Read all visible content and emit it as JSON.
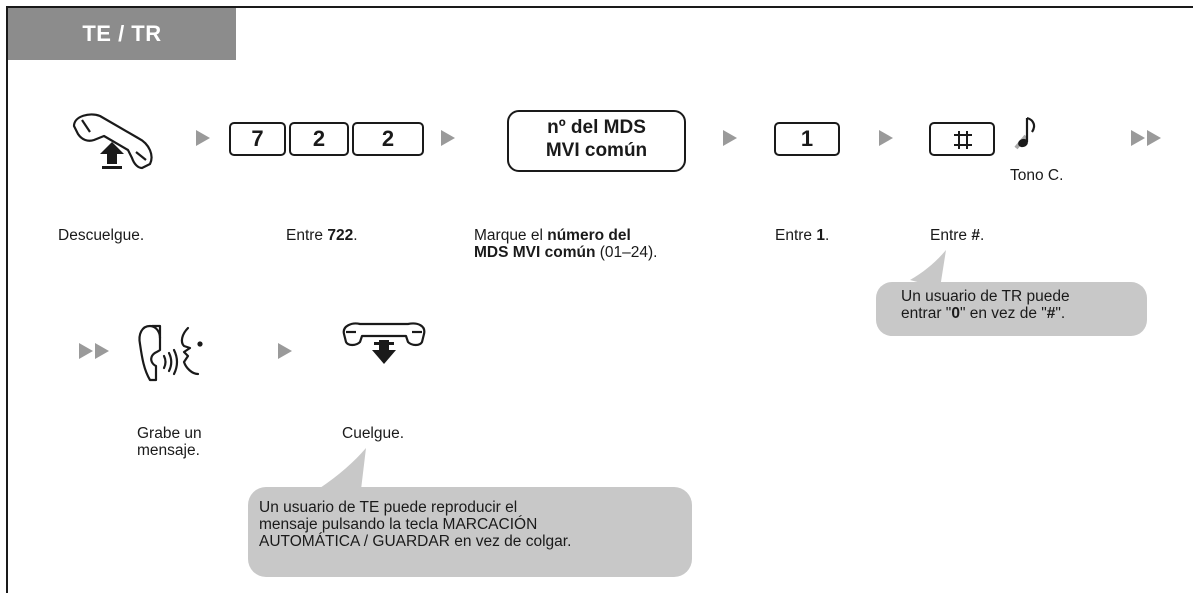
{
  "header": {
    "title": "TE / TR"
  },
  "row1": {
    "keys_722": [
      "7",
      "2",
      "2"
    ],
    "mds_box": {
      "line1": "nº del MDS",
      "line2": "MVI común"
    },
    "key_1": "1",
    "tone_label": "Tono C.",
    "labels": {
      "descuelgue": "Descuelgue.",
      "entre722_prefix": "Entre ",
      "entre722_value": "722",
      "entre722_suffix": ".",
      "marque_prefix": "Marque el ",
      "marque_bold1": "número del",
      "marque_bold2": "MDS MVI común",
      "marque_suffix": " (01–24).",
      "entre1_prefix": "Entre ",
      "entre1_value": "1",
      "entre1_suffix": ".",
      "entrehash_prefix": "Entre ",
      "entrehash_value": "#",
      "entrehash_suffix": "."
    },
    "note": {
      "line1": "Un usuario de TR puede",
      "line2_prefix": "entrar \"",
      "line2_bold1": "0",
      "line2_mid": "\" en vez de \"",
      "line2_bold2": "#",
      "line2_suffix": "\"."
    }
  },
  "row2": {
    "labels": {
      "grabe_line1": "Grabe un",
      "grabe_line2": "mensaje.",
      "cuelgue": "Cuelgue."
    },
    "note": {
      "line1": "Un usuario de TE puede reproducir el",
      "line2": "mensaje pulsando la tecla MARCACIÓN",
      "line3": "AUTOMÁTICA / GUARDAR en vez de colgar."
    }
  },
  "icons": [
    "handset-off-hook-icon",
    "hash-key-icon",
    "confirmation-tone-icon",
    "record-voice-icon",
    "handset-on-hook-icon"
  ]
}
